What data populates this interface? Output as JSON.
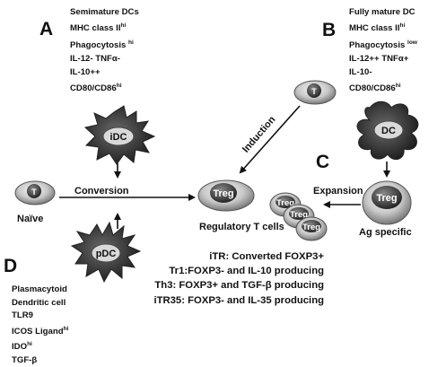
{
  "panels": {
    "A": {
      "letter": "A",
      "title": "Semimature DCs",
      "lines": [
        {
          "text": "MHC class II",
          "sup": "hi"
        },
        {
          "text": "Phagocytosis ",
          "sup": "hi"
        },
        {
          "text": "IL-12- TNFα-",
          "sup": ""
        },
        {
          "text": "IL-10++",
          "sup": ""
        },
        {
          "text": "CD80/CD86",
          "sup": "hi"
        }
      ]
    },
    "B": {
      "letter": "B",
      "title": "Fully mature DC",
      "lines": [
        {
          "text": "MHC class II",
          "sup": "hi"
        },
        {
          "text": "Phagocytosis ",
          "sup": "low"
        },
        {
          "text": "IL-12++ TNFα+",
          "sup": ""
        },
        {
          "text": "IL-10-",
          "sup": ""
        },
        {
          "text": "CD80/CD86",
          "sup": "hi"
        }
      ]
    },
    "C": {
      "letter": "C"
    },
    "D": {
      "letter": "D",
      "lines": [
        {
          "text": "Plasmacytoid",
          "sup": ""
        },
        {
          "text": "Dendritic cell",
          "sup": ""
        },
        {
          "text": "TLR9",
          "sup": ""
        },
        {
          "text": "ICOS Ligand",
          "sup": "hi"
        },
        {
          "text": "IDO",
          "sup": "hi"
        },
        {
          "text": "TGF-β",
          "sup": ""
        }
      ]
    }
  },
  "cells": {
    "idc": "iDC",
    "dc": "DC",
    "pdc": "pDC",
    "naive_t": "T",
    "induction_t": "T",
    "treg_center": "Treg",
    "treg_ag": "Treg",
    "treg_cluster": [
      "Treg",
      "Treg",
      "Treg"
    ]
  },
  "labels": {
    "conversion": "Conversion",
    "induction": "Induction",
    "expansion": "Expansion",
    "naive": "Naïve",
    "regulatory": "Regulatory T cells",
    "ag_specific": "Ag specific"
  },
  "treg_types": [
    "iTR: Converted FOXP3+",
    "Tr1:FOXP3- and IL-10 producing",
    "Th3: FOXP3+ and TGF-β producing",
    "iTR35: FOXP3- and IL-35 producing"
  ],
  "colors": {
    "cell_dark": "#333333",
    "cell_light": "#e6e6e6",
    "arrow": "#111111"
  }
}
